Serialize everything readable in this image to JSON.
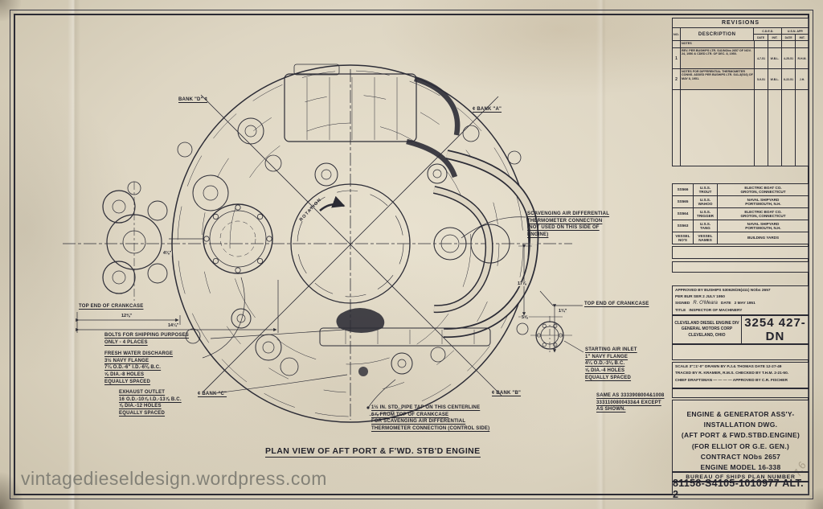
{
  "colors": {
    "paper": "#ded6c3",
    "ink": "#2b2b34",
    "watermark": "#7a7970"
  },
  "watermark": "vintagedieseldesign.wordpress.com",
  "pencil_note": "7.6",
  "caption": "PLAN VIEW OF AFT PORT & F'WD. STB'D ENGINE",
  "drawing": {
    "rotation_label": "ROTATION",
    "bank_a": "¢ BANK \"A\"",
    "bank_b": "¢ BANK \"B\"",
    "bank_c": "¢ BANK \"C\"",
    "bank_d": "BANK \"D\" ¢",
    "top_end_crankcase_left": "TOP END OF CRANKCASE",
    "top_end_crankcase_right": "TOP END OF CRANKCASE",
    "dim_12_3_8": "12⅜\"",
    "dim_14_1_4": "14¼\"",
    "dim_17_7_8": "17⅞",
    "dim_5_5_8": "5⅝",
    "dim_4_1_8": "4⅛\"",
    "dim_1_3_4": "1¾\"",
    "bolts_note": "BOLTS FOR SHIPPING PURPOSES\nONLY - 4 PLACES",
    "fresh_water_note": "FRESH WATER DISCHARGE\n3½ NAVY FLANGE\n7¼ O.D.-6\" I.D.-6⅛ B.C.\n⅝ DIA.-8 HOLES\nEQUALLY SPACED",
    "exhaust_note": "EXHAUST OUTLET\n16 O.D.-10⅞ I.D.-13⅞ B.C.\n⅞ DIA.-12 HOLES\nEQUALLY SPACED",
    "pipe_tap_note": "1½ IN. STD. PIPE TAP ON THIS CENTERLINE\n6⅞ FROM TOP OF CRANKCASE\nFOR SCAVENGING AIR DIFFERENTIAL\nTHERMOMETER CONNECTION (CONTROL SIDE)",
    "scavenging_note": "SCAVENGING AIR DIFFERENTIAL\nTHERMOMETER CONNECTION\n(NOT USED ON THIS SIDE OF\nENGINE)",
    "starting_air_note": "STARTING AIR INLET\n1\" NAVY FLANGE\n4¼ O.D.-3⅛ B.C.\n⅝ DIA.-4 HOLES\nEQUALLY SPACED",
    "same_as_note": "SAME AS 3333908004&1008\n3331100800433&4 EXCEPT\nAS SHOWN."
  },
  "revisions": {
    "title": "REVISIONS",
    "col_no": "NO.",
    "col_description": "DESCRIPTION",
    "group_cded": "C.D.E.D.",
    "group_usn": "U.S.N. APP.",
    "sub_date": "DATE",
    "sub_init": "INIT.",
    "notes_row": "NOTES",
    "rows": [
      {
        "no": "1",
        "desc": "REV. PER BUSHIPS LTR. S41/NObs 2657 OF NOV. 24, 1950 & CDED LTR. OF DEC. 8, 1950.",
        "cded_date": "4-7-51",
        "cded_init": "W.B.L.",
        "usn_date": "4-25-51",
        "usn_init": "R.H.M."
      },
      {
        "no": "2",
        "desc": "NOTES FOR DIFFERENTIAL THERMOMETER CONNS. ADDED PER BUSHIPS LTR. S41-3(516) OF MAY 8, 1951.",
        "cded_date": "5-9-51",
        "cded_init": "W.B.L.",
        "usn_date": "6-22-51",
        "usn_init": "J.H."
      }
    ]
  },
  "vessels": {
    "rows": [
      {
        "number": "SS566",
        "name": "U.S.S.\nTROUT",
        "yard": "ELECTRIC BOAT CO.\nGROTON, CONNECTICUT"
      },
      {
        "number": "SS565",
        "name": "U.S.S.\nWAHOO",
        "yard": "NAVAL SHIPYARD\nPORTSMOUTH, N.H."
      },
      {
        "number": "SS564",
        "name": "U.S.S.\nTRIGGER",
        "yard": "ELECTRIC BOAT CO.\nGROTON, CONNECTICUT"
      },
      {
        "number": "SS563",
        "name": "U.S.S.\nTANG",
        "yard": "NAVAL SHIPYARD\nPORTSMOUTH, N.H."
      }
    ],
    "footer": {
      "number": "VESSEL\nNO'S",
      "name": "VESSEL\nNAMES",
      "yard": "BUILDING YARDS"
    }
  },
  "approval": {
    "line1": "APPROVED BY BUSHIPS 530626/26(411) NObs 2657",
    "line2": "PER BUR SER 2 JULY 1950",
    "signed_label": "SIGNED",
    "signature": "R. O'Meara",
    "date_label": "DATE",
    "date_value": "2 MAY 1951",
    "title_label": "TITLE",
    "title_value": "INSPECTOR OF MACHINERY"
  },
  "company": {
    "name_lines": "CLEVELAND DIESEL ENGINE DIV\nGENERAL MOTORS CORP\nCLEVELAND, OHIO",
    "drawing_number": "3254 427-DN"
  },
  "scale_block": {
    "line1": "SCALE 3\"=1'-0\"   DRAWN BY P.J.& THOMAS  DATE 12-27-49",
    "line2": "TRACED BY R. KRAMER, R.M.S.  CHECKED BY T.H.M. 2-21-50.",
    "line3": "CHIEF DRAFTSMAN — — — —   APPROVED BY C.R. FISCHER"
  },
  "title_block": {
    "text": "ENGINE & GENERATOR ASS'Y-\nINSTALLATION DWG.\n(AFT PORT & FWD.STBD.ENGINE)\n(FOR ELLIOT OR G.E. GEN.)\nCONTRACT NObs 2657\nENGINE MODEL 16-338"
  },
  "plan_number": {
    "label": "BUREAU OF SHIPS PLAN NUMBER",
    "value": "81158-S4105-1010977 ALT. 2"
  }
}
